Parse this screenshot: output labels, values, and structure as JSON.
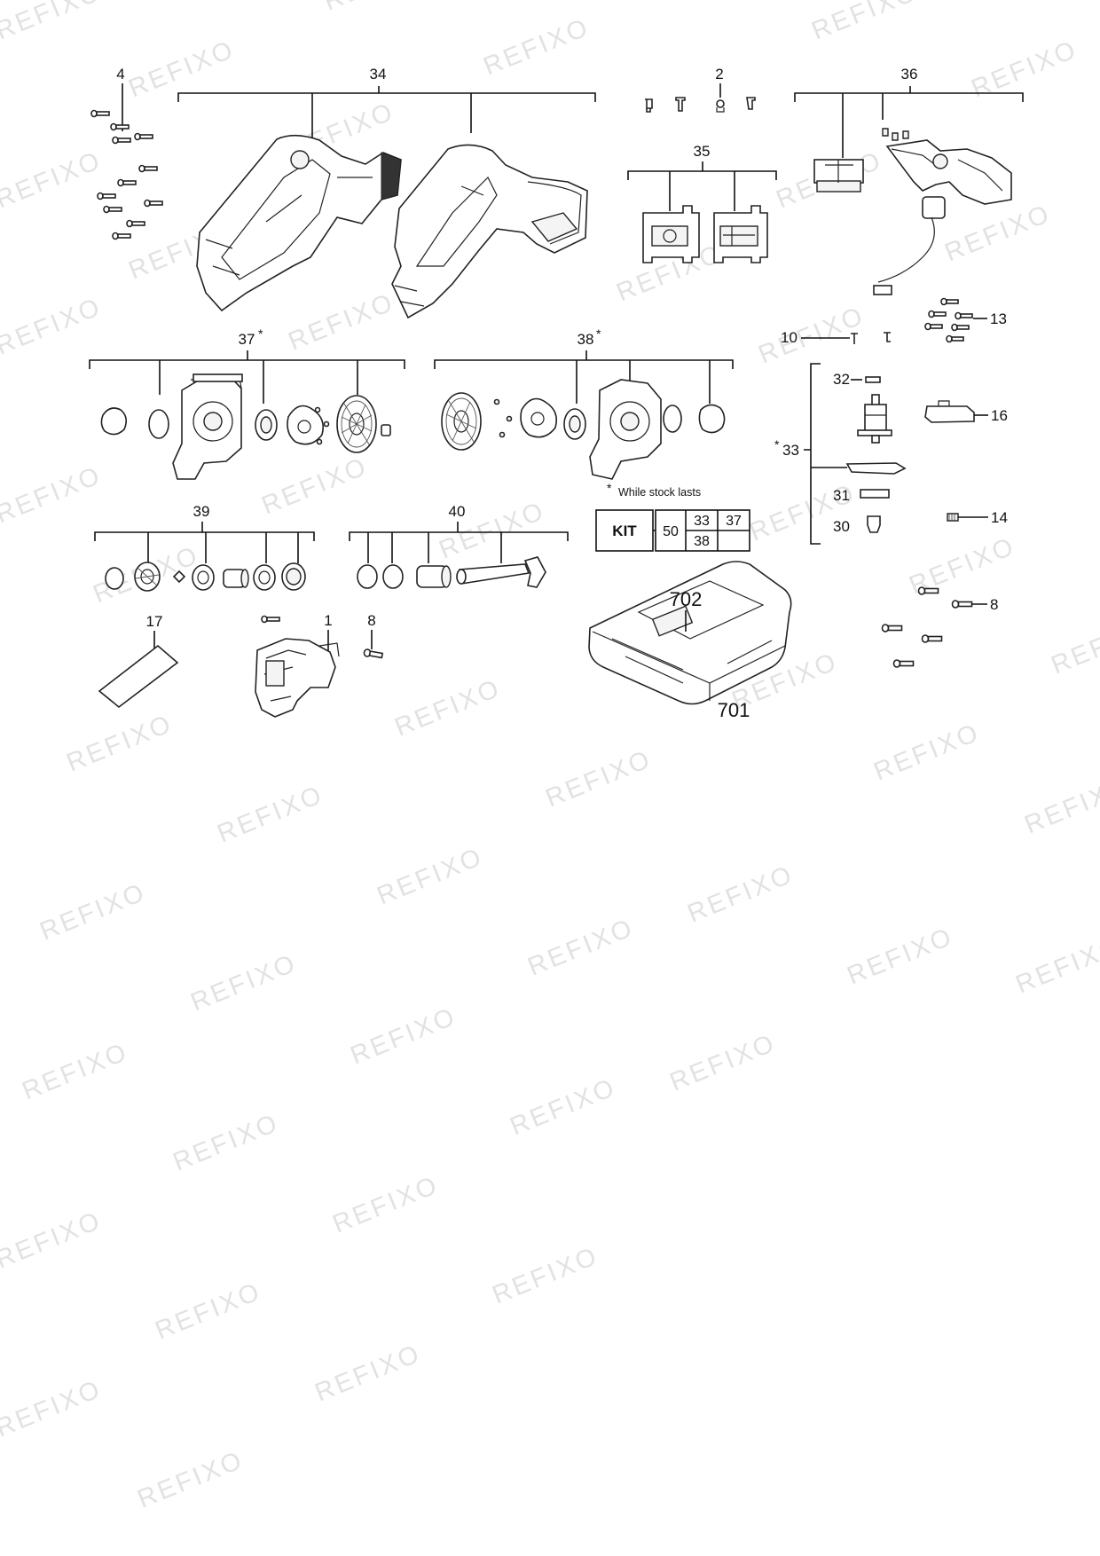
{
  "watermark": "REFIXO",
  "note": "While stock lasts",
  "asterisk": "*",
  "kit": {
    "label": "KIT",
    "number": "50",
    "contents": [
      "33",
      "37",
      "38"
    ]
  },
  "callouts": {
    "c1": "1",
    "c2": "2",
    "c4": "4",
    "c8a": "8",
    "c8b": "8",
    "c10": "10",
    "c13": "13",
    "c14": "14",
    "c16": "16",
    "c17": "17",
    "c30": "30",
    "c31": "31",
    "c32": "32",
    "c33": "33",
    "c34": "34",
    "c35": "35",
    "c36": "36",
    "c37": "37",
    "c38": "38",
    "c39": "39",
    "c40": "40",
    "c701": "701",
    "c702": "702"
  }
}
